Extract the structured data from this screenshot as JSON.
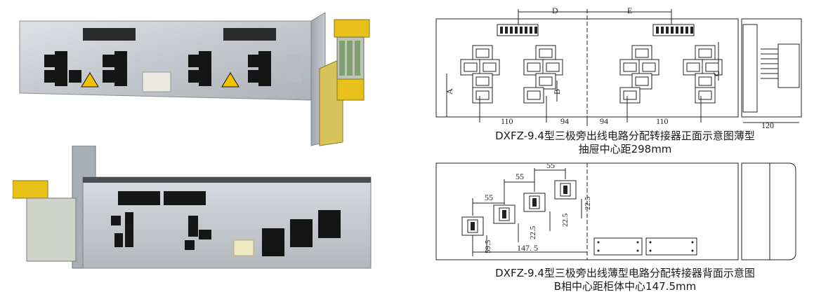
{
  "front_view": {
    "dim_D": "D",
    "dim_E": "E",
    "dim_C": "C",
    "dim_A": "A",
    "dim_B": "B",
    "dim_110_left": "110",
    "dim_94_left": "94",
    "dim_94_right": "94",
    "dim_110_right": "110",
    "dim_120": "120",
    "caption_line1": "DXFZ-9.4型三极旁出线电路分配转接器正面示意图薄型",
    "caption_line2": "抽屉中心距298mm"
  },
  "back_view": {
    "dim_55_top": "55",
    "dim_55_mid": "55",
    "dim_55_low": "55",
    "dim_22_5_a": "22.5",
    "dim_22_5_b": "22.5",
    "dim_22_5_c": "22.5",
    "dim_59_5": "59.5",
    "dim_147_5": "147. 5",
    "caption_line1": "DXFZ-9.4型三极旁出线薄型电路分配转接器背面示意图",
    "caption_line2": "B相中心距柜体中心147.5mm"
  },
  "colors": {
    "panel_metal": "#c9cdd2",
    "terminal_yellow": "#e8c21a",
    "socket_black": "#151515",
    "warning_yellow": "#f2c200",
    "line": "#222222"
  }
}
